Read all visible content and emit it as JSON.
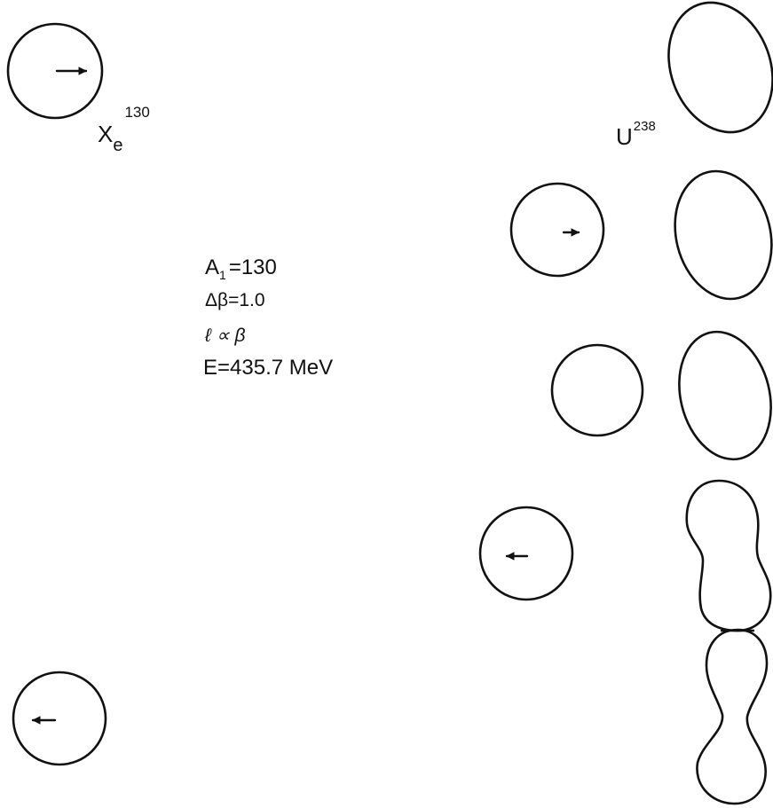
{
  "labels": {
    "xenon": {
      "symbol": "X",
      "sub": "e",
      "mass": "130"
    },
    "uranium": {
      "symbol": "U",
      "mass": "238"
    }
  },
  "parameters": {
    "a1_main": "A",
    "a1_sub": "1",
    "a1_rest": "=130",
    "delta_beta": "Δβ=1.0",
    "l_alpha_beta": "ℓ ∝ β",
    "energy": "E=435.7 MeV"
  },
  "frames": [
    {
      "projectile_arrow": "right",
      "target_shape": "prolate"
    },
    {
      "projectile_arrow": "right",
      "target_shape": "prolate"
    },
    {
      "projectile_arrow": "none",
      "target_shape": "prolate"
    },
    {
      "projectile_arrow": "left",
      "target_shape": "necked"
    },
    {
      "projectile_arrow": "left",
      "target_shape": "fissioned"
    }
  ]
}
